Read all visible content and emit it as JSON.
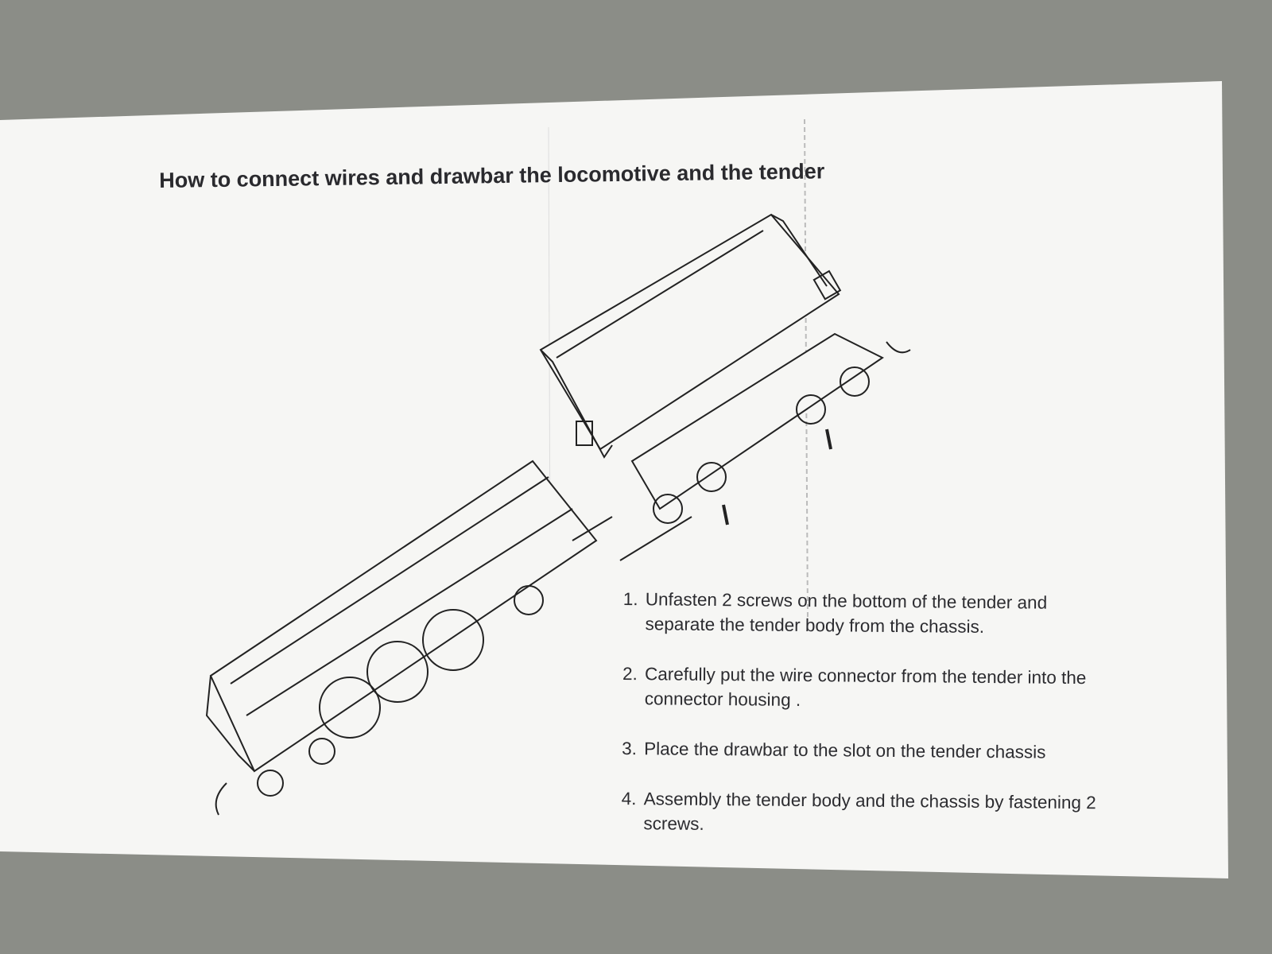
{
  "document": {
    "title": "How to connect wires and drawbar the locomotive and the tender",
    "steps": [
      {
        "number": "1.",
        "text": "Unfasten 2 screws on the bottom of the tender and separate the tender body from the chassis."
      },
      {
        "number": "2.",
        "text": "Carefully put the wire connector from the tender into the connector housing ."
      },
      {
        "number": "3.",
        "text": "Place the drawbar to the slot on the tender chassis"
      },
      {
        "number": "4.",
        "text": "Assembly the tender body and the chassis by fastening 2 screws."
      }
    ]
  },
  "colors": {
    "background": "#8b8d87",
    "paper": "#f7f7f5",
    "ink": "#2a2a2e"
  }
}
